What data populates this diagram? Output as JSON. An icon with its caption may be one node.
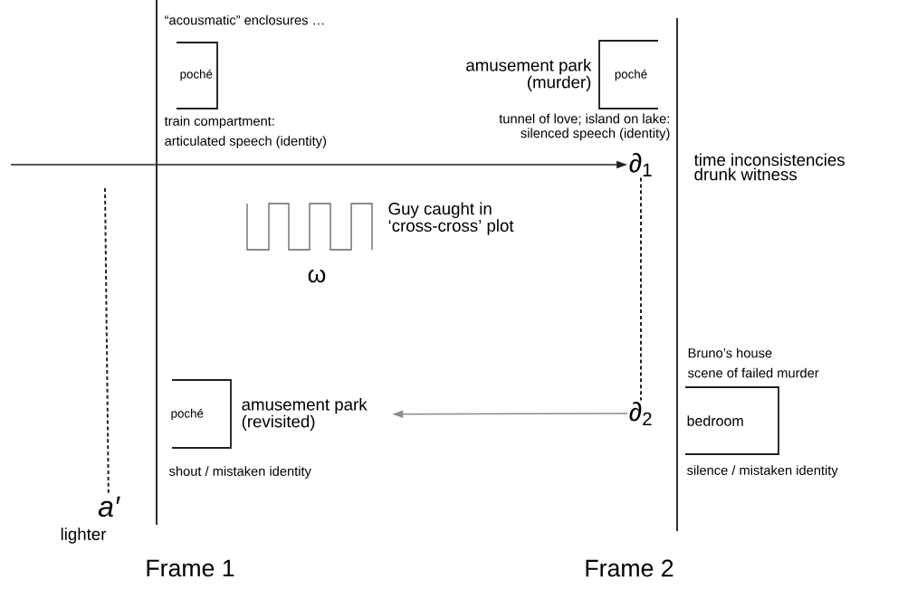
{
  "diagram": {
    "nodes": [
      {
        "text": [
          "poché"
        ],
        "beside": [
          "train compartment:",
          "articulated speech (identity)"
        ]
      },
      {
        "text": [
          "poché"
        ],
        "beside": [
          "amusement park (murder)",
          "tunnel of love; island on lake: silenced speech (identity)"
        ]
      },
      {
        "text": [
          "∂$_{1}$"
        ]
      },
      {
        "text": [
          "∂$_{2}$"
        ]
      },
      {
        "text": [
          "poché"
        ],
        "beside": [
          "shout / mistaken identity"
        ]
      },
      {
        "text": [
          "amusement park (revisited)"
        ]
      },
      {
        "text": [
          "bedroom"
        ],
        "beside": [
          "Bruno’s house",
          "scene of failed murder",
          "silence / mistaken identity"
        ]
      },
      {
        "text": [
          "a′"
        ],
        "beside": [
          "lighter"
        ]
      }
    ],
    "edges": [
      {
        "from": null,
        "to": 2,
        "arrow": "to"
      },
      {
        "from": 2,
        "to": 3,
        "arrow": "none",
        "style": "dashed"
      },
      {
        "from": 3,
        "to": 5,
        "arrow": "to",
        "color": "#8c8c8c"
      },
      {
        "from": null,
        "to": 7,
        "arrow": "none",
        "style": "dashed"
      }
    ],
    "labels": [
      "“acousmatic” enclosures …",
      "time inconsistencies drunk witness",
      "Guy caught in ‘cross-cross’ plot",
      "ω",
      "Frame 1",
      "Frame 2"
    ]
  }
}
